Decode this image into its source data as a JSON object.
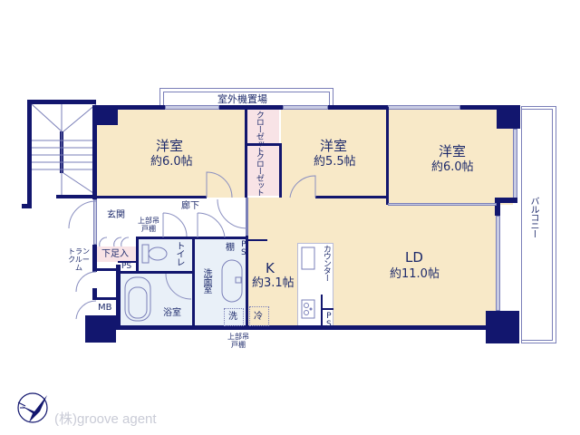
{
  "floorplan": {
    "outdoor_unit_area": "室外機置場",
    "balcony": "バルコニー",
    "rooms": {
      "western1": {
        "name": "洋室",
        "area": "約6.0帖"
      },
      "western2": {
        "name": "洋室",
        "area": "約5.5帖"
      },
      "western3": {
        "name": "洋室",
        "area": "約6.0帖"
      },
      "kitchen": {
        "name": "K",
        "area": "約3.1帖"
      },
      "ld": {
        "name": "LD",
        "area": "約11.0帖"
      },
      "closet1": "クローゼット",
      "closet2": "クローゼット",
      "entrance": "玄関",
      "hallway": "廊下",
      "upper_cabinet_1": "上部吊戸棚",
      "upper_cabinet_2": "上部吊戸棚",
      "shoe_storage": "下足入",
      "trunk_room": "トランクルーム",
      "ps1": "PS",
      "ps2": "PS",
      "ps3": "PS",
      "mb": "MB",
      "toilet": "トイレ",
      "bath": "浴室",
      "washroom": "洗面室",
      "shelf": "棚",
      "laundry": "洗",
      "fridge": "冷",
      "counter": "カウンター"
    }
  },
  "footer": {
    "company": "(株)groove agent"
  },
  "colors": {
    "wall": "#12166e",
    "room_main": "#f8e9c8",
    "closet": "#f8e3e6",
    "wet_area": "#e9f0f8"
  }
}
